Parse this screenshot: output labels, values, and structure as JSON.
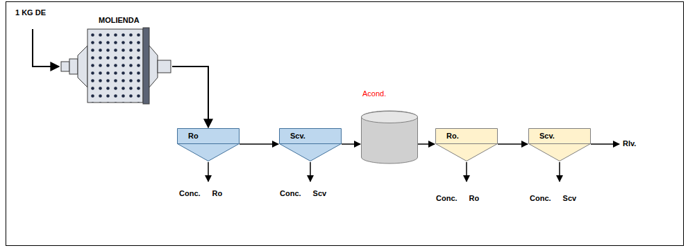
{
  "diagram": {
    "nodes": [
      {
        "text": [
          "MOLIENDA"
        ]
      },
      {
        "text": [
          "Ro"
        ]
      },
      {
        "text": [
          "Scv."
        ]
      },
      {
        "text": [
          "Acond."
        ]
      },
      {
        "text": [
          "Ro."
        ]
      },
      {
        "text": [
          "Scv."
        ]
      }
    ],
    "edges": [
      {
        "from": 0,
        "to": 1,
        "arrow": "to"
      },
      {
        "from": 1,
        "to": 2,
        "arrow": "to"
      },
      {
        "from": 2,
        "to": 3,
        "arrow": "to"
      },
      {
        "from": 3,
        "to": 4,
        "arrow": "to"
      },
      {
        "from": 4,
        "to": 5,
        "arrow": "to"
      }
    ],
    "labels": [
      "1 KG DE",
      "Conc. Ro",
      "Conc. Scv",
      "Conc. Ro",
      "Conc. Scv",
      "Rlv."
    ]
  }
}
